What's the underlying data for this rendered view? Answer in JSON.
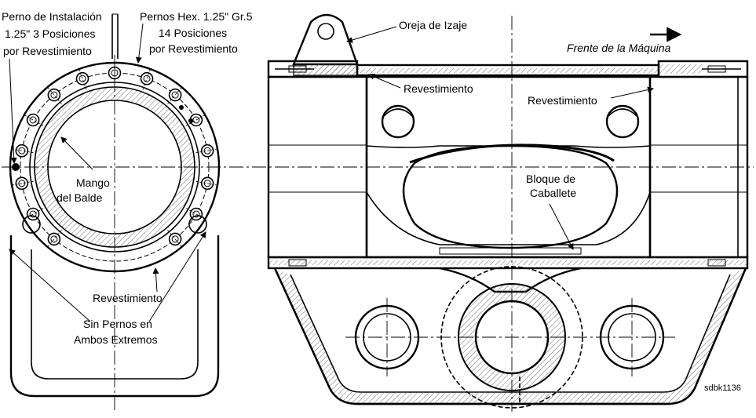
{
  "labels": {
    "install_bolt": [
      "Perno de Instalación",
      "1.25\" 3 Posiciones",
      "por Revestimiento"
    ],
    "hex_bolts": [
      "Pernos Hex. 1.25\" Gr.5",
      "14 Posiciones",
      "por Revestimiento"
    ],
    "lifting_lug": "Oreja de Izaje",
    "machine_front": "Frente de la Máquina",
    "liner_top_left": "Revestimiento",
    "liner_top_right": "Revestimiento",
    "liner_bottom": "Revestimiento",
    "bucket_handle": [
      "Mango",
      "del Balde"
    ],
    "saddle_block": [
      "Bloque de",
      "Caballete"
    ],
    "no_bolts": [
      "Sin Pernos en",
      "Ambos Extremos"
    ],
    "drawing_id": "sdbk1136"
  },
  "colors": {
    "ink": "#000000",
    "hatch": "#6e6e6e",
    "paper": "#ffffff"
  },
  "icons": {
    "direction_arrow": "arrow-right-icon"
  }
}
